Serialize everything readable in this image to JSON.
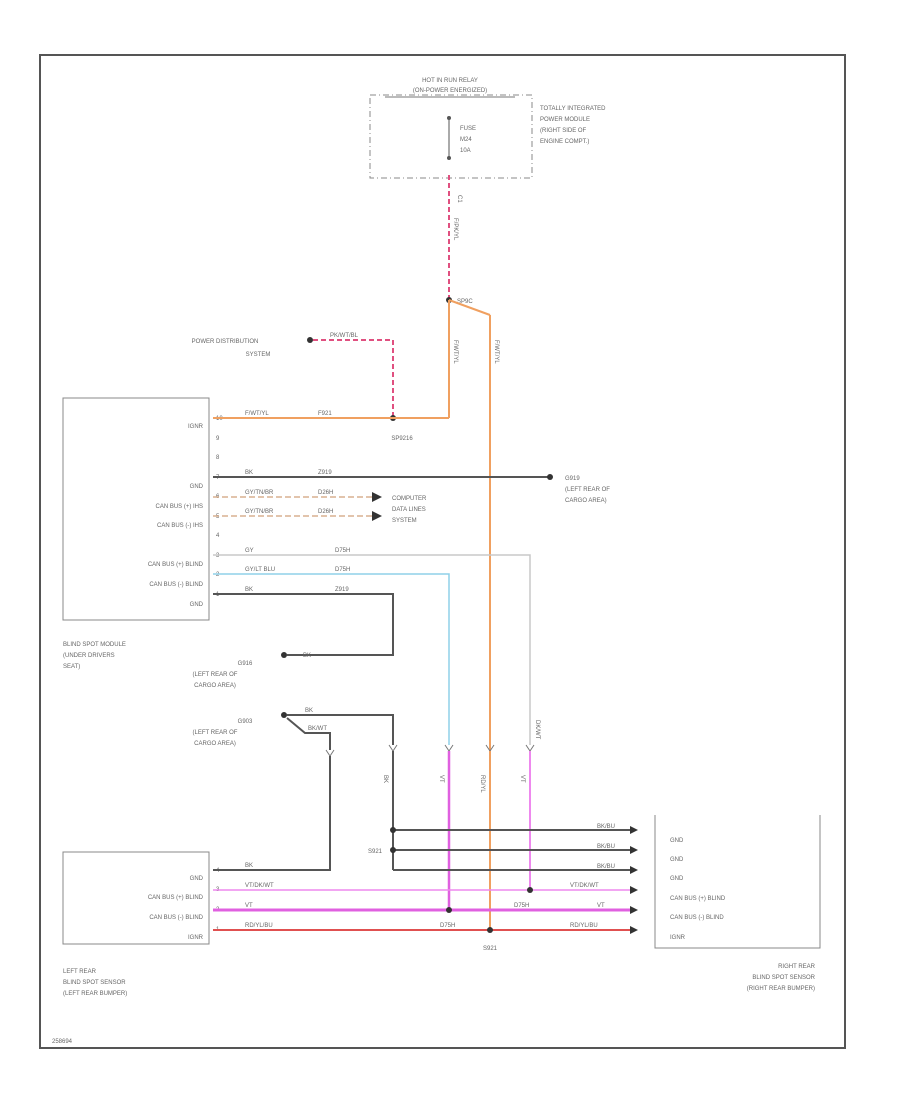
{
  "relay_box": {
    "title_line1": "HOT IN RUN RELAY",
    "title_line2": "(ON-POWER ENERGIZED)",
    "fuse_line1": "FUSE",
    "fuse_line2": "M24",
    "fuse_line3": "10A",
    "pin": "C1"
  },
  "tipm": {
    "line1": "TOTALLY INTEGRATED",
    "line2": "POWER MODULE",
    "line3": "(RIGHT SIDE OF",
    "line4": "ENGINE COMPT.)"
  },
  "wires": {
    "relay_out": "F/PK/YL",
    "splice_top": "SP9C",
    "splice_left": "SP9216",
    "splice_bottom_left": "S921",
    "splice_bottom": "S921",
    "pds_wire": "PK/WT/BL",
    "pds_line1": "POWER DISTRIBUTION",
    "pds_line2": "SYSTEM",
    "vert_a": "F/WT/YL",
    "vert_b": "F/WT/YL",
    "ign_color": "F/WT/YL",
    "ign_circuit": "F921",
    "gnd_color": "BK",
    "gnd_circuit": "Z919",
    "canh_ihs_color": "GY/TN/BR",
    "canh_ihs_circuit": "D26H",
    "canl_ihs_color": "GY/TN/BR",
    "canl_ihs_circuit": "D26H",
    "canh_blind_color": "GY",
    "canh_blind_circuit": "D75H",
    "canl_blind_color": "GY/LT BLU",
    "canl_blind_circuit": "D75H",
    "gnd2_color": "BK",
    "gnd2_circuit": "Z919",
    "g919_wire": "BK",
    "g903_wire_a": "BK",
    "g903_wire_b": "BK/WT",
    "v1": "BK",
    "v2": "VT",
    "v3": "RD/YL",
    "v4": "VT",
    "v5": "DK/WT",
    "bottom_violet": "VT/DK/WT",
    "bottom_vt": "VT",
    "bottom_rd": "RD/YL/BU",
    "right_vt": "VT",
    "right_rd": "RD/YL/BU",
    "right_violet": "VT/DK/WT",
    "mid_label": "D75H",
    "bottom_mid": "D75H",
    "right_gnd1": "BK/BU",
    "right_gnd2": "BK/BU",
    "right_gnd3": "BK/BU"
  },
  "computer_data": {
    "line1": "COMPUTER",
    "line2": "DATA LINES",
    "line3": "SYSTEM"
  },
  "g919": {
    "code": "G919",
    "line1": "(LEFT REAR OF",
    "line2": "CARGO AREA)"
  },
  "g916": {
    "code": "G916",
    "line1": "(LEFT REAR OF",
    "line2": "CARGO AREA)"
  },
  "g903": {
    "code": "G903",
    "line1": "(LEFT REAR OF",
    "line2": "CARGO AREA)"
  },
  "bsm": {
    "pins": [
      "IGNR",
      "",
      "",
      "GND",
      "CAN BUS (+) IHS",
      "CAN BUS (-) IHS",
      "",
      "CAN BUS (+) BLIND",
      "CAN BUS (-) BLIND",
      "GND"
    ],
    "pin_nums": [
      "10",
      "9",
      "8",
      "7",
      "6",
      "5",
      "4",
      "3",
      "2",
      "1"
    ],
    "label_line1": "BLIND SPOT MODULE",
    "label_line2": "(UNDER DRIVERS",
    "label_line3": "SEAT)"
  },
  "left_sensor": {
    "pins": [
      "GND",
      "CAN BUS (+) BLIND",
      "CAN BUS (-) BLIND",
      "IGNR"
    ],
    "pin_nums": [
      "4",
      "3",
      "2",
      "1"
    ],
    "label_line1": "LEFT REAR",
    "label_line2": "BLIND SPOT SENSOR",
    "label_line3": "(LEFT REAR BUMPER)"
  },
  "right_sensor": {
    "pins": [
      "GND",
      "GND",
      "GND",
      "CAN BUS (+) BLIND",
      "CAN BUS (-) BLIND",
      "IGNR"
    ],
    "label_line1": "RIGHT REAR",
    "label_line2": "BLIND SPOT SENSOR",
    "label_line3": "(RIGHT REAR BUMPER)"
  },
  "footer_code": "258694",
  "colors": {
    "orange": "#f0a060",
    "red": "#e05050",
    "magenta": "#e060e0",
    "pink": "#ee88ee",
    "black": "#555555",
    "gray": "#c8c8c8",
    "cyan": "#8fd0e8",
    "tan": "#d8b090"
  }
}
